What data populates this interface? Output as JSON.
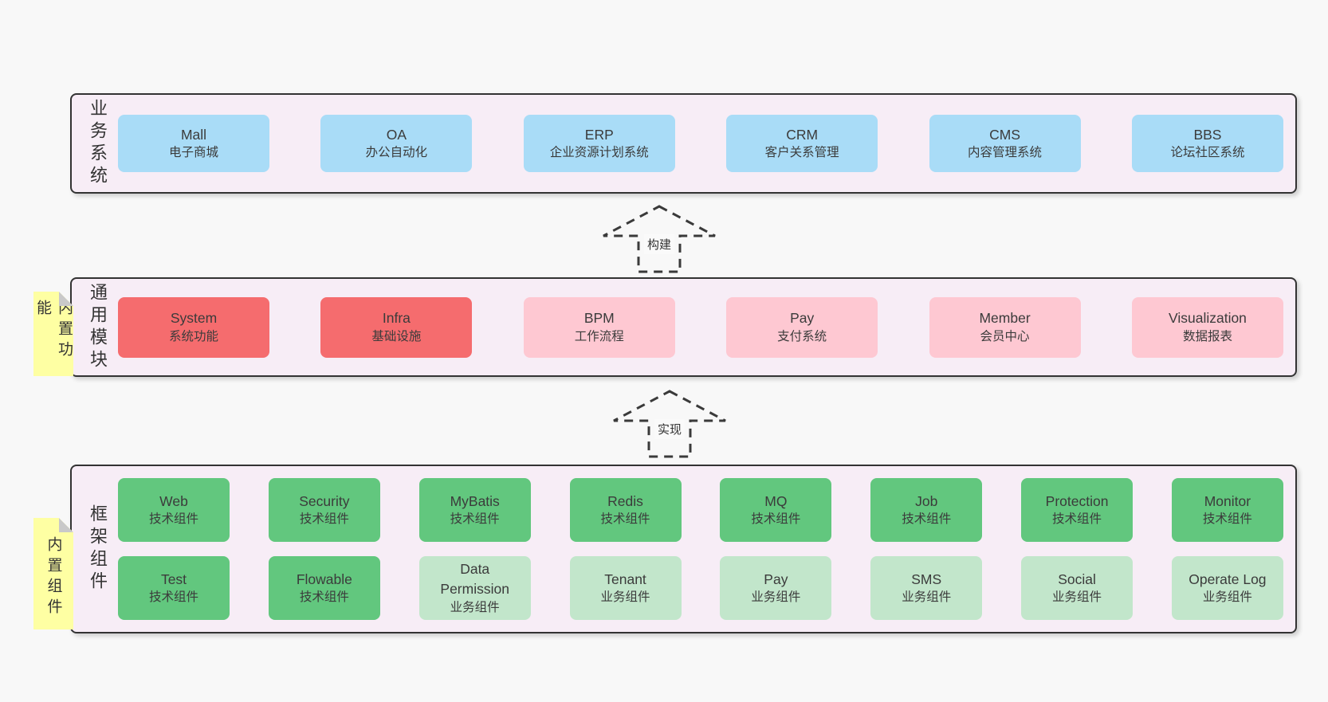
{
  "colors": {
    "page_bg": "#f8f8f8",
    "band_bg": "#f7edf6",
    "band_border": "#333333",
    "blue": "#a9dcf7",
    "red": "#f56c6e",
    "pink": "#fec8d2",
    "green": "#62c77e",
    "green_light": "#c2e6cb",
    "note_yellow": "#feffa3",
    "text": "#3b3b3b"
  },
  "band_business": {
    "side_label": "业务系统",
    "boxes": [
      {
        "name": "Mall",
        "desc": "电子商城"
      },
      {
        "name": "OA",
        "desc": "办公自动化"
      },
      {
        "name": "ERP",
        "desc": "企业资源计划系统"
      },
      {
        "name": "CRM",
        "desc": "客户关系管理"
      },
      {
        "name": "CMS",
        "desc": "内容管理系统"
      },
      {
        "name": "BBS",
        "desc": "论坛社区系统"
      }
    ]
  },
  "arrow_build": {
    "label": "构建"
  },
  "band_modules": {
    "note": "内置功能",
    "side_label": "通用模块",
    "boxes": [
      {
        "name": "System",
        "desc": "系统功能"
      },
      {
        "name": "Infra",
        "desc": "基础设施"
      },
      {
        "name": "BPM",
        "desc": "工作流程"
      },
      {
        "name": "Pay",
        "desc": "支付系统"
      },
      {
        "name": "Member",
        "desc": "会员中心"
      },
      {
        "name": "Visualization",
        "desc": "数据报表"
      }
    ]
  },
  "arrow_implement": {
    "label": "实现"
  },
  "band_components": {
    "note": "内置组件",
    "side_label": "框架组件",
    "row1": [
      {
        "name": "Web",
        "desc": "技术组件"
      },
      {
        "name": "Security",
        "desc": "技术组件"
      },
      {
        "name": "MyBatis",
        "desc": "技术组件"
      },
      {
        "name": "Redis",
        "desc": "技术组件"
      },
      {
        "name": "MQ",
        "desc": "技术组件"
      },
      {
        "name": "Job",
        "desc": "技术组件"
      },
      {
        "name": "Protection",
        "desc": "技术组件"
      },
      {
        "name": "Monitor",
        "desc": "技术组件"
      }
    ],
    "row2": [
      {
        "name": "Test",
        "desc": "技术组件"
      },
      {
        "name": "Flowable",
        "desc": "技术组件"
      },
      {
        "name": "Data Permission",
        "desc": "业务组件"
      },
      {
        "name": "Tenant",
        "desc": "业务组件"
      },
      {
        "name": "Pay",
        "desc": "业务组件"
      },
      {
        "name": "SMS",
        "desc": "业务组件"
      },
      {
        "name": "Social",
        "desc": "业务组件"
      },
      {
        "name": "Operate Log",
        "desc": "业务组件"
      }
    ]
  }
}
